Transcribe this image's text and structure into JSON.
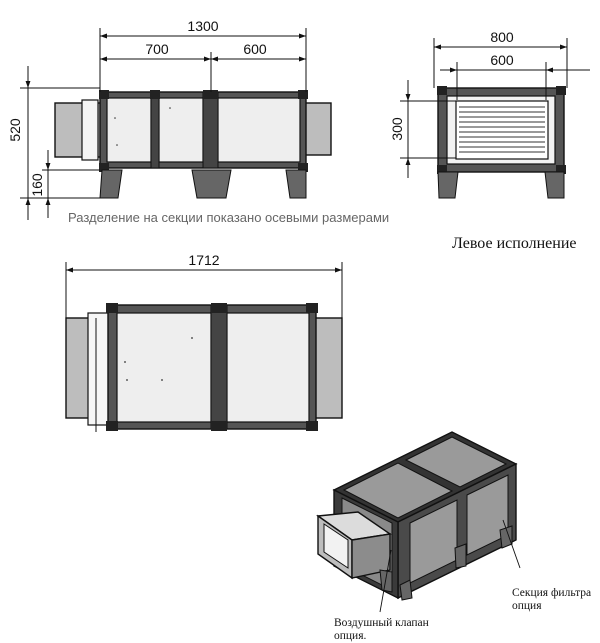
{
  "dimensions": {
    "total_length": "1300",
    "section_left": "700",
    "section_right": "600",
    "height": "520",
    "leg_height": "160",
    "width": "800",
    "inner_width": "600",
    "opening_height": "300",
    "overall_length": "1712"
  },
  "note": "Разделение на секции показано осевыми размерами",
  "caption": "Левое исполнение",
  "callouts": {
    "damper_line1": "Воздушный клапан",
    "damper_line2": "опция.",
    "filter_line1": "Секция фильтра",
    "filter_line2": "опция"
  }
}
